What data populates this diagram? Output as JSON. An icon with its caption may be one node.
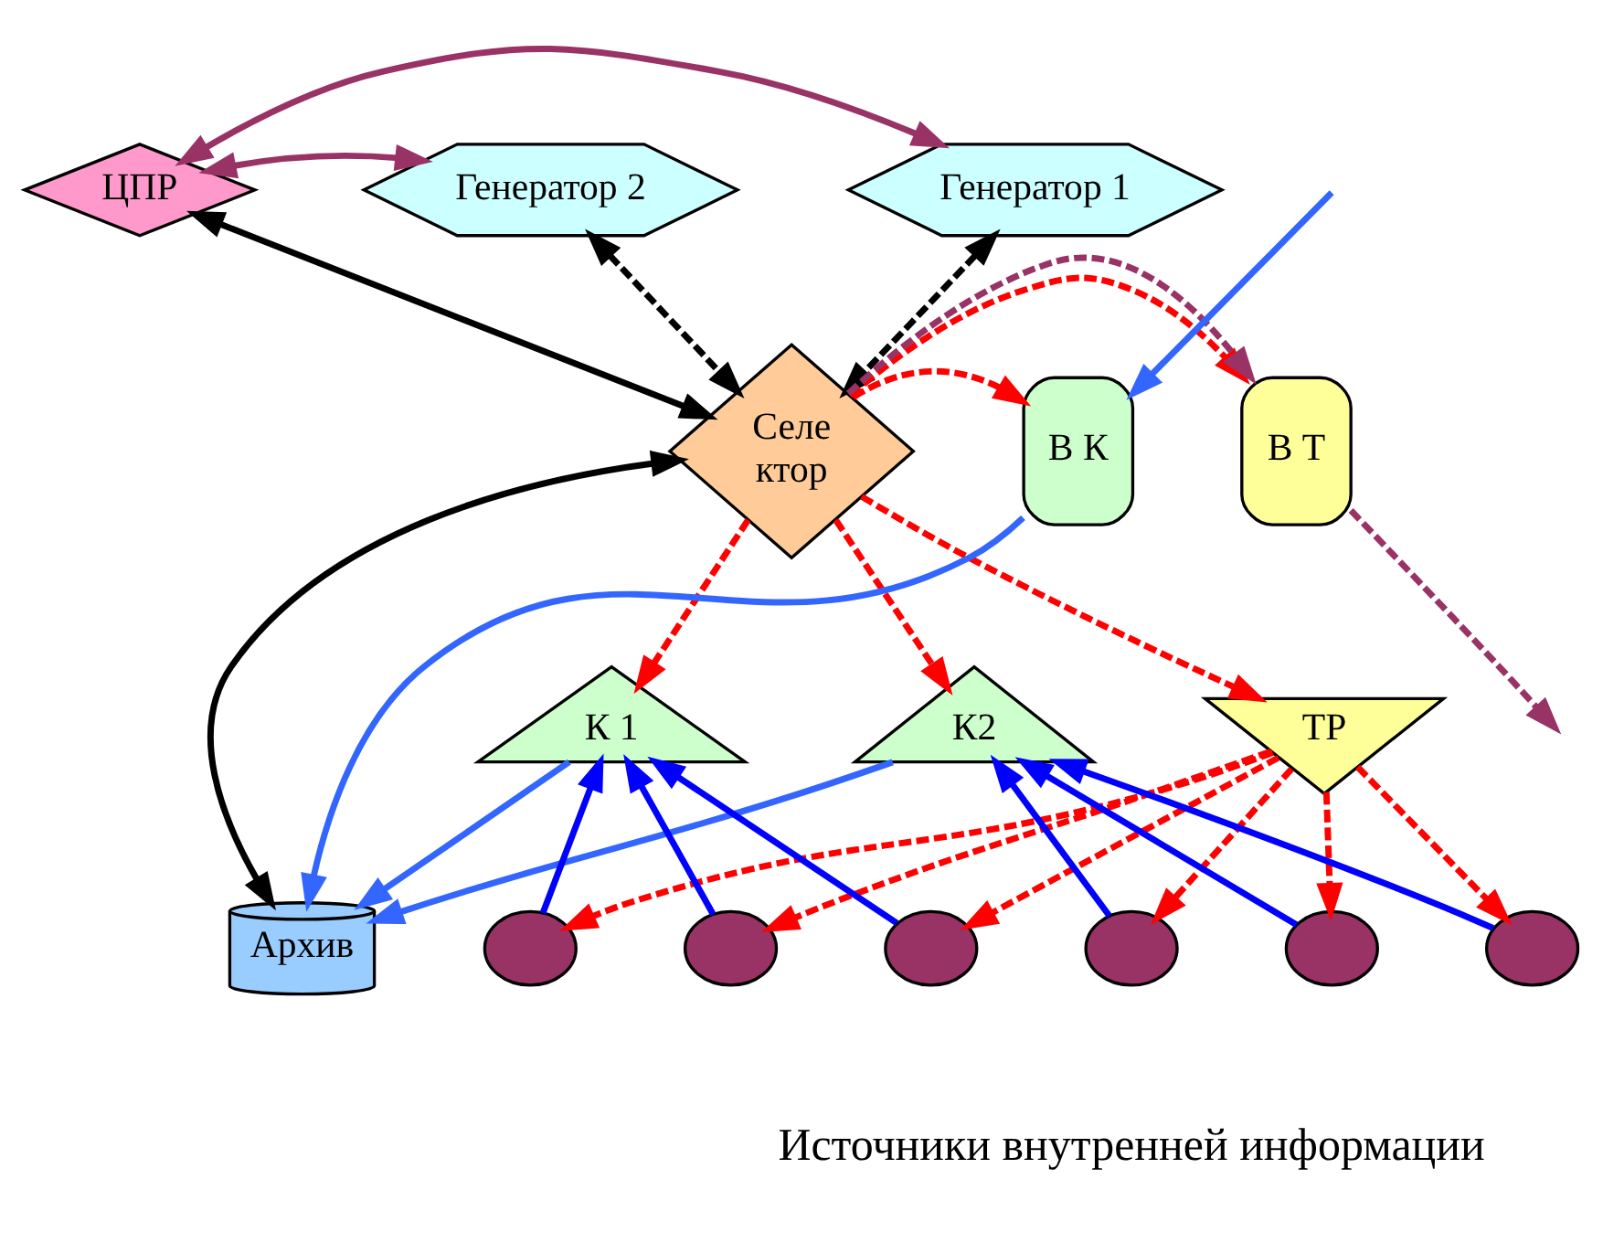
{
  "diagram": {
    "nodes": [
      {
        "text": [
          "ЦПР"
        ]
      },
      {
        "text": [
          "Генератор 1"
        ]
      },
      {
        "text": [
          "Генератор 2"
        ]
      },
      {
        "text": [
          "Селе",
          "ктор"
        ]
      },
      {
        "text": [
          "В К"
        ]
      },
      {
        "text": [
          "Архив"
        ]
      },
      {
        "text": [
          "В Т"
        ]
      },
      {
        "text": [
          "К 1"
        ]
      },
      {
        "text": [
          "К2"
        ]
      },
      {
        "text": [
          "ТР"
        ]
      },
      {
        "text": [],
        "shape": "circle"
      },
      {
        "text": [],
        "shape": "circle"
      },
      {
        "text": [],
        "shape": "circle"
      },
      {
        "text": [],
        "shape": "circle"
      },
      {
        "text": [],
        "shape": "circle"
      },
      {
        "text": [],
        "shape": "circle"
      }
    ],
    "edges": [
      {
        "from": 0,
        "to": 1,
        "arrow": "both",
        "color": "#993366"
      },
      {
        "from": 0,
        "to": 2,
        "arrow": "both",
        "color": "#993366"
      },
      {
        "from": 1,
        "to": 3,
        "arrow": "both",
        "style": "dashed",
        "color": "#000000"
      },
      {
        "from": 0,
        "to": 3,
        "arrow": "both",
        "color": "#000000"
      },
      {
        "from": 2,
        "to": 3,
        "arrow": "both",
        "style": "dashed",
        "color": "#000000"
      },
      {
        "from": 3,
        "to": 4,
        "arrow": "to",
        "style": "dashed"
      },
      {
        "from": 3,
        "to": 5,
        "arrow": "both",
        "color": "#000000"
      },
      {
        "from": 3,
        "to": 6,
        "arrow": "to",
        "style": "dashed"
      },
      {
        "from": 3,
        "to": 6,
        "arrow": "to",
        "style": "dashed",
        "color": "#993366"
      },
      {
        "from": 6,
        "to": null,
        "arrow": "to",
        "style": "dashed",
        "color": "#993366"
      },
      {
        "from": null,
        "to": 4,
        "arrow": "to",
        "color": "#3366ff"
      },
      {
        "from": 4,
        "to": 5,
        "arrow": "to",
        "color": "#3366ff"
      },
      {
        "from": 7,
        "to": 5,
        "arrow": "to",
        "color": "#3366ff"
      },
      {
        "from": 8,
        "to": 5,
        "arrow": "to",
        "color": "#3366ff"
      },
      {
        "from": 3,
        "to": 7,
        "arrow": "to",
        "style": "dashed"
      },
      {
        "from": 3,
        "to": 8,
        "arrow": "to",
        "style": "dashed"
      },
      {
        "from": 3,
        "to": 9,
        "arrow": "to",
        "style": "dashed"
      },
      {
        "from": 10,
        "to": 7,
        "arrow": "to",
        "color": "#0000ff"
      },
      {
        "from": 11,
        "to": 7,
        "arrow": "to",
        "color": "#0000ff"
      },
      {
        "from": 12,
        "to": 7,
        "arrow": "to",
        "color": "#0000ff"
      },
      {
        "from": 13,
        "to": 8,
        "arrow": "to",
        "color": "#0000ff"
      },
      {
        "from": 14,
        "to": 8,
        "arrow": "to",
        "color": "#0000ff"
      },
      {
        "from": 15,
        "to": 8,
        "arrow": "to",
        "color": "#0000ff"
      },
      {
        "from": 9,
        "to": 10,
        "arrow": "to",
        "style": "dashed"
      },
      {
        "from": 9,
        "to": 11,
        "arrow": "to",
        "style": "dashed"
      },
      {
        "from": 9,
        "to": 12,
        "arrow": "to",
        "style": "dashed"
      },
      {
        "from": 9,
        "to": 13,
        "arrow": "to",
        "style": "dashed"
      },
      {
        "from": 9,
        "to": 14,
        "arrow": "to",
        "style": "dashed"
      },
      {
        "from": 9,
        "to": 15,
        "arrow": "to",
        "style": "dashed"
      }
    ],
    "labels": [
      "Источники внутренней информации"
    ]
  }
}
